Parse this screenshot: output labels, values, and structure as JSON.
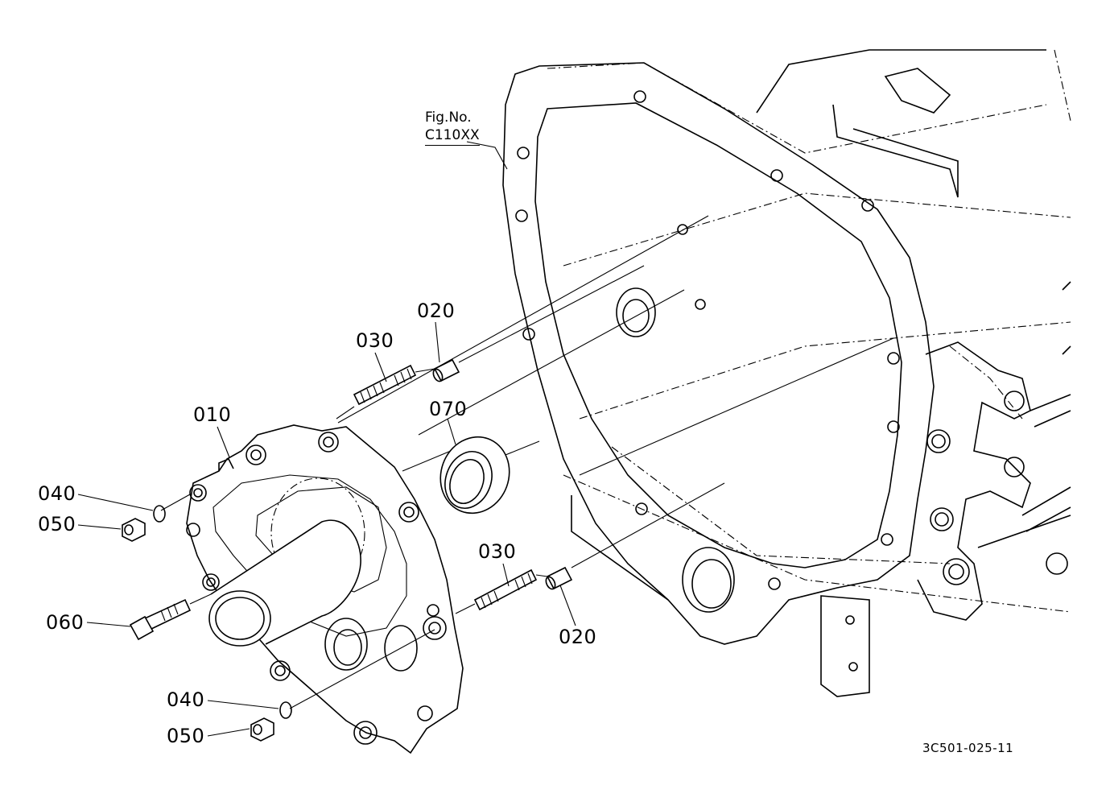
{
  "figure_ref": {
    "line1": "Fig.No.",
    "line2": "C110XX"
  },
  "drawing_code": "3C501-025-11",
  "callouts": {
    "c010": "010",
    "c020_top": "020",
    "c020_bottom": "020",
    "c030_top": "030",
    "c030_bottom": "030",
    "c040_top": "040",
    "c040_bottom": "040",
    "c050_top": "050",
    "c050_bottom": "050",
    "c060": "060",
    "c070": "070"
  }
}
